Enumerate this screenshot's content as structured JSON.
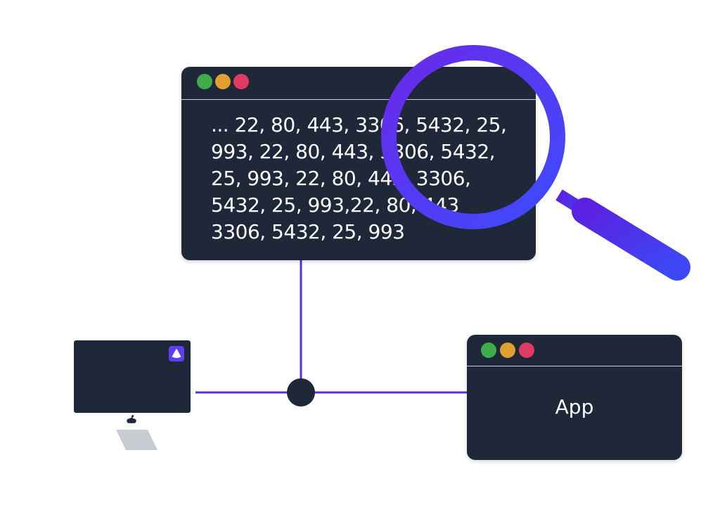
{
  "colors": {
    "window_bg": "#1e2839",
    "accent_purple": "#5b2ee6",
    "accent_blue": "#3d4bff",
    "dot_green": "#3fae4a",
    "dot_orange": "#e0a030",
    "dot_red": "#e03a64",
    "stand_gray": "#c7ccd3",
    "hub_node": "#1e2839"
  },
  "scan_window": {
    "lines": [
      "... 22, 80, 443, 3306, 5432, 25,",
      "993, 22, 80, 443, 3306, 5432,",
      "25, 993, 22, 80, 443, 3306,",
      "5432, 25, 993,22, 80, 443",
      "3306, 5432, 25, 993"
    ]
  },
  "app_window": {
    "label": "App"
  },
  "icons": {
    "magnifier": "magnifier-icon",
    "apple_logo": "apple-logo-icon",
    "app_badge": "app-badge-icon"
  }
}
